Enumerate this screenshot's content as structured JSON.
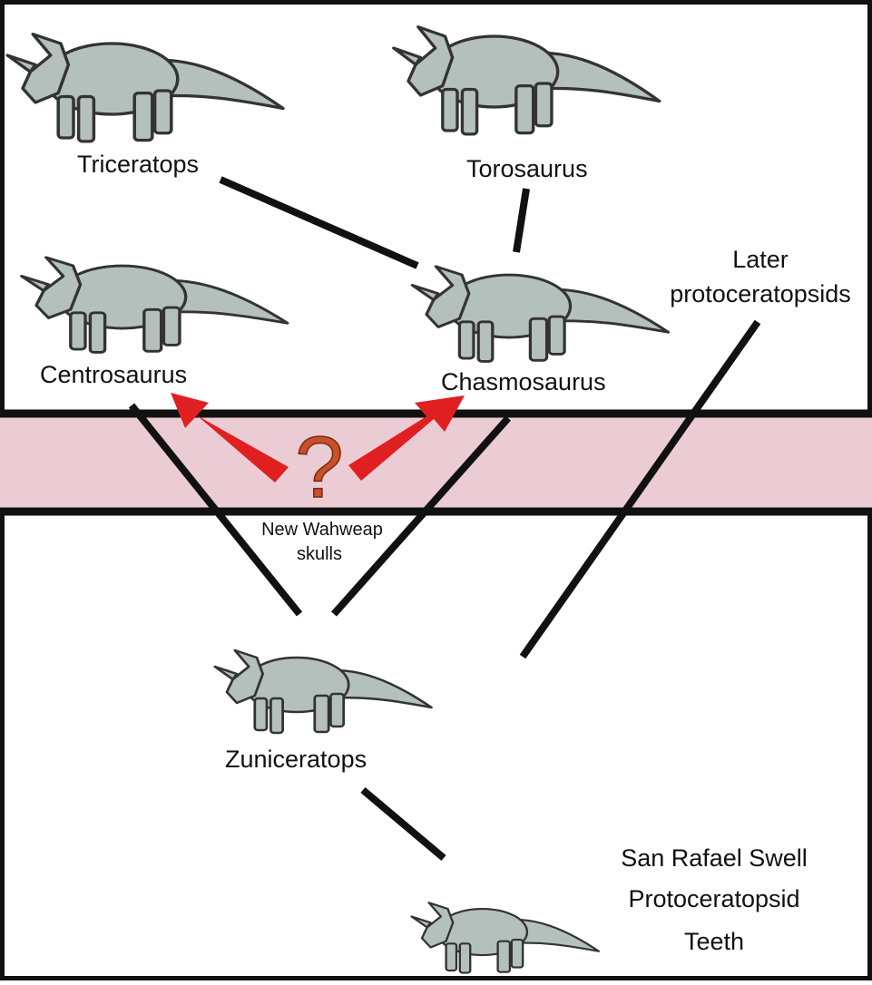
{
  "taxa": {
    "triceratops": "Triceratops",
    "torosaurus": "Torosaurus",
    "centrosaurus": "Centrosaurus",
    "chasmosaurus": "Chasmosaurus",
    "later_protoceratopsids_line1": "Later",
    "later_protoceratopsids_line2": "protoceratopsids",
    "zuniceratops": "Zuniceratops",
    "san_rafael_line1": "San Rafael Swell",
    "san_rafael_line2": "Protoceratopsid",
    "san_rafael_line3": "Teeth"
  },
  "wahweap": {
    "line1": "New Wahweap",
    "line2": "skulls",
    "question_mark": "?"
  },
  "colors": {
    "band_fill": "#ecccd4",
    "dino_fill": "#b4c0bc",
    "line": "#111111",
    "arrow": "#e02020",
    "question_mark": "#c8502a"
  }
}
